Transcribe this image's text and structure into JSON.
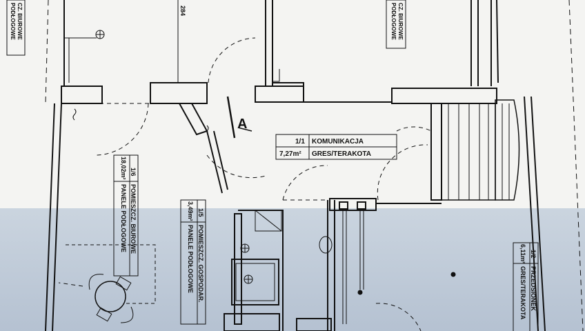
{
  "rooms": {
    "top_left_fragment": {
      "line1": "CZ. BIUROWE",
      "line2": "PODŁOGOWE"
    },
    "top_right_fragment": {
      "line1": "CZ. BIUROWE",
      "line2": "PODŁOGOWE"
    },
    "room_1_1": {
      "number": "1/1",
      "name": "KOMUNIKACJA",
      "area": "7,27m²",
      "finish": "GRES/TERAKOTA"
    },
    "room_1_6": {
      "number": "1/6",
      "name": "POMIESZCZ. BIUROWE",
      "area": "18,02m²",
      "finish": "PANELE PODŁOGOWE"
    },
    "room_1_5": {
      "number": "1/5",
      "name": "POMIESZCZ. GOSPODAR.",
      "area": "3,49m²",
      "finish": "PANELE PODŁOGOWE"
    },
    "room_1_2": {
      "number": "1/2",
      "name": "PRZEDSIONEK",
      "area": "6,11m²",
      "finish": "GRES/TERAKOTA"
    }
  },
  "dimension": "284",
  "section_marker": "A",
  "colors": {
    "paper": "#f4f4f2",
    "wash": "#b9c6d6",
    "ink": "#111111"
  }
}
